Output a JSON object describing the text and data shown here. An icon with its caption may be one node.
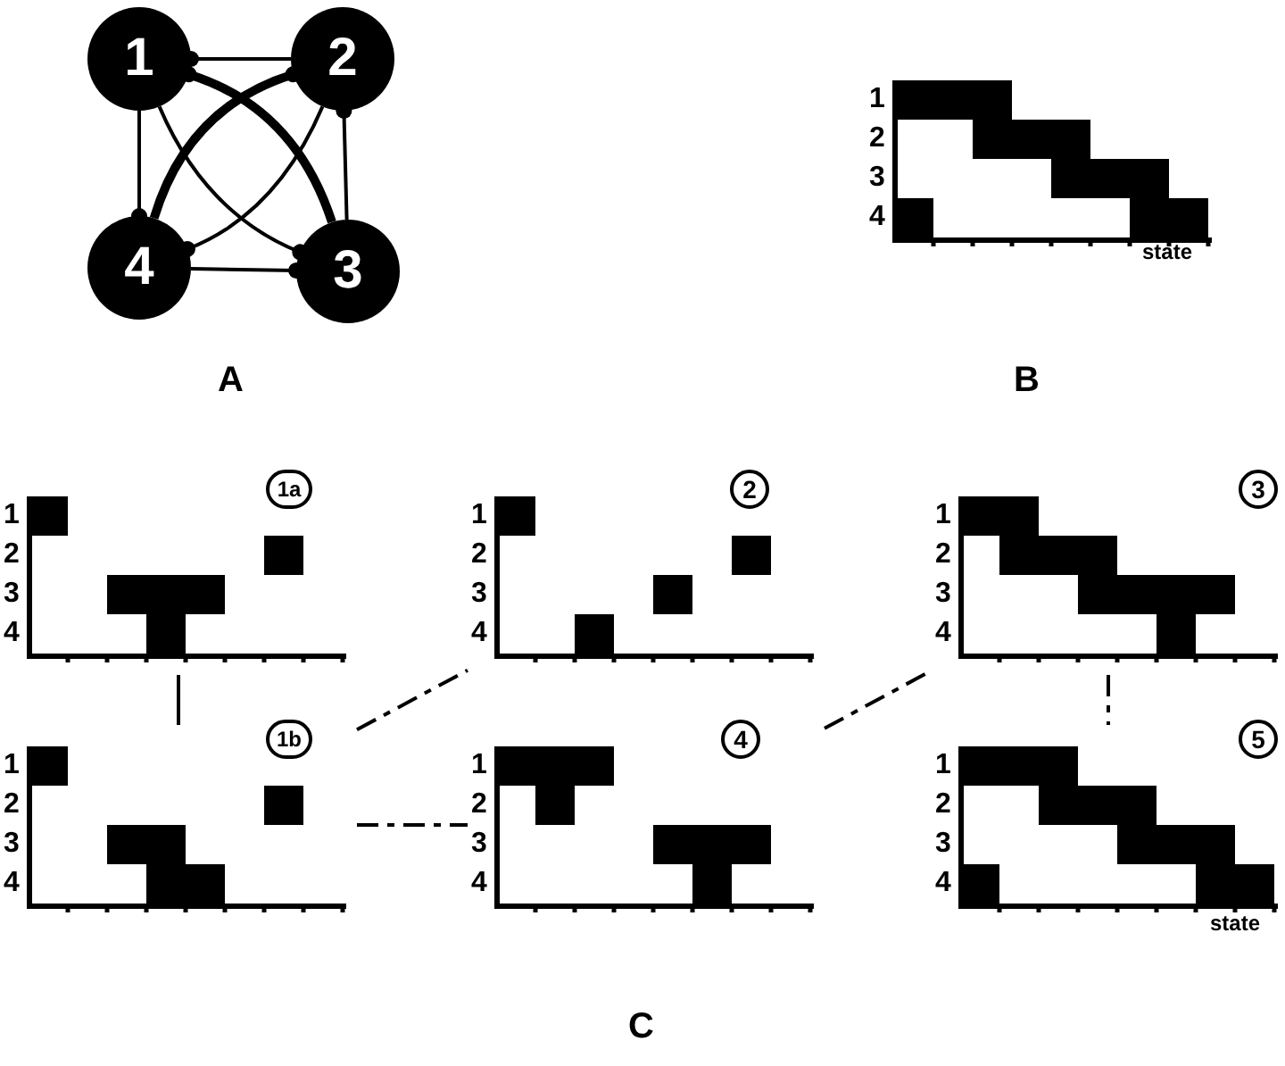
{
  "diagram": {
    "nodes": [
      {
        "text": [
          "1"
        ]
      },
      {
        "text": [
          "2"
        ]
      },
      {
        "text": [
          "4"
        ]
      },
      {
        "text": [
          "3"
        ]
      },
      {
        "text": [
          "1a"
        ],
        "beside": [
          "1",
          "2",
          "3",
          "4"
        ]
      },
      {
        "text": [
          "2"
        ],
        "beside": [
          "1",
          "2",
          "3",
          "4"
        ]
      },
      {
        "text": [
          "3"
        ],
        "beside": [
          "1",
          "2",
          "3",
          "4"
        ]
      },
      {
        "text": [
          "1b"
        ],
        "beside": [
          "1",
          "2",
          "3",
          "4"
        ]
      },
      {
        "text": [
          "4"
        ],
        "beside": [
          "1",
          "2",
          "3",
          "4"
        ]
      },
      {
        "text": [
          "5"
        ],
        "beside": [
          "1",
          "2",
          "3",
          "4",
          "state"
        ]
      }
    ],
    "edges": [
      {
        "from": 1,
        "to": 0,
        "arrow": "other"
      },
      {
        "from": 0,
        "to": 2,
        "arrow": "other"
      },
      {
        "from": 3,
        "to": 1,
        "arrow": "other"
      },
      {
        "from": 2,
        "to": 3,
        "arrow": "other"
      },
      {
        "from": 3,
        "to": 0,
        "arrow": "other",
        "style": "thick"
      },
      {
        "from": 0,
        "to": 3,
        "arrow": "other"
      },
      {
        "from": 2,
        "to": 1,
        "arrow": "other",
        "style": "thick"
      },
      {
        "from": 1,
        "to": 2,
        "arrow": "other"
      },
      {
        "from": 4,
        "to": 7,
        "arrow": "none"
      },
      {
        "from": 7,
        "to": 5,
        "arrow": "none",
        "style": "dashed"
      },
      {
        "from": 7,
        "to": 8,
        "arrow": "none",
        "style": "dashed"
      },
      {
        "from": 8,
        "to": 6,
        "arrow": "none",
        "style": "dashed"
      },
      {
        "from": 6,
        "to": 9,
        "arrow": "none",
        "style": "dashed"
      }
    ],
    "labels": [
      "1",
      "2",
      "3",
      "4",
      "state",
      "A",
      "B",
      "C"
    ]
  }
}
